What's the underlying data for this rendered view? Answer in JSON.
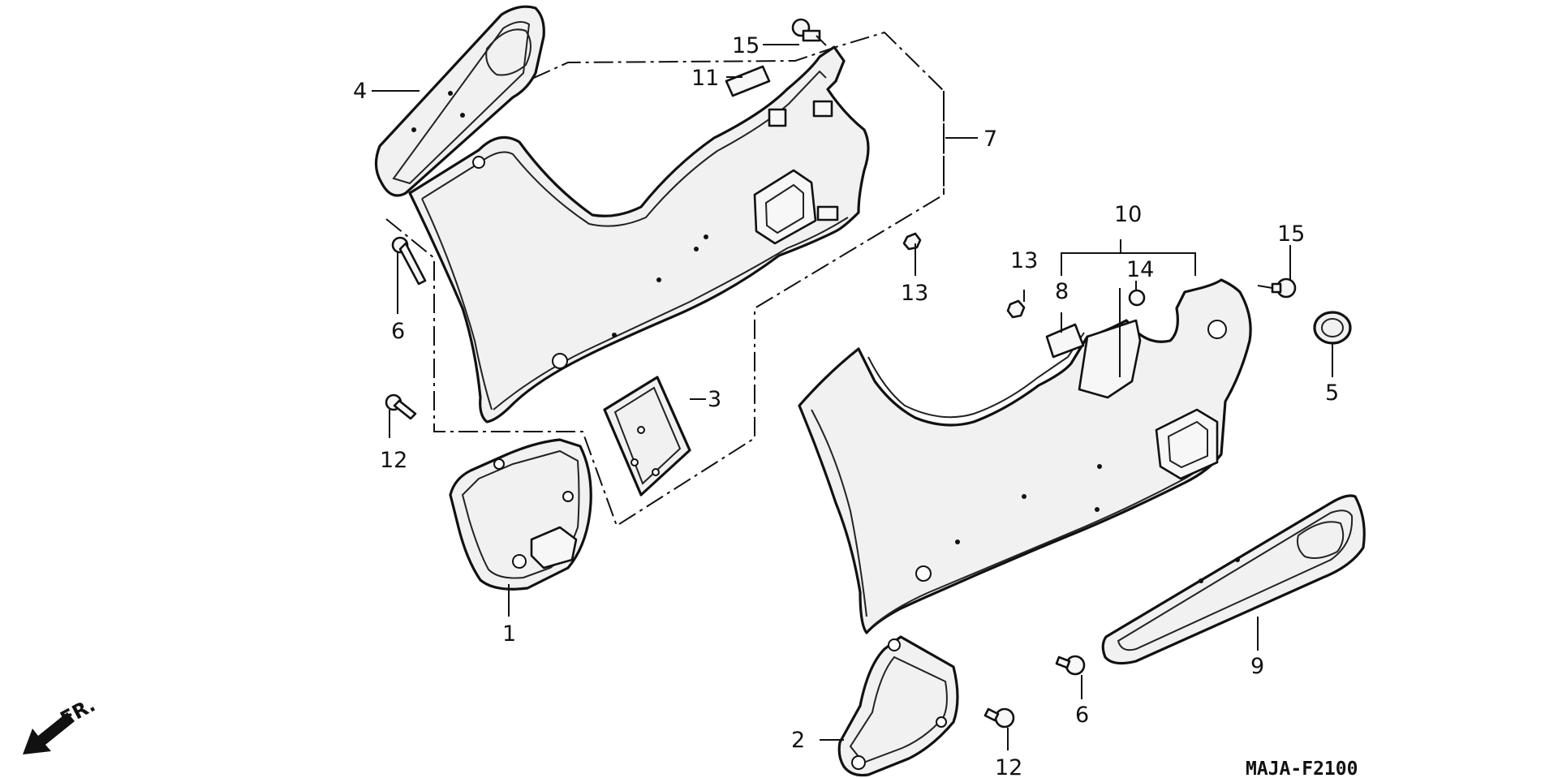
{
  "diagram": {
    "callouts": {
      "c1": "1",
      "c2": "2",
      "c3": "3",
      "c4": "4",
      "c5": "5",
      "c6a": "6",
      "c6b": "6",
      "c7": "7",
      "c8": "8",
      "c9": "9",
      "c10": "10",
      "c11": "11",
      "c12a": "12",
      "c12b": "12",
      "c13a": "13",
      "c13b": "13",
      "c14": "14",
      "c15a": "15",
      "c15b": "15"
    },
    "direction_label": "FR.",
    "diagram_code": "MAJA-F2100"
  }
}
